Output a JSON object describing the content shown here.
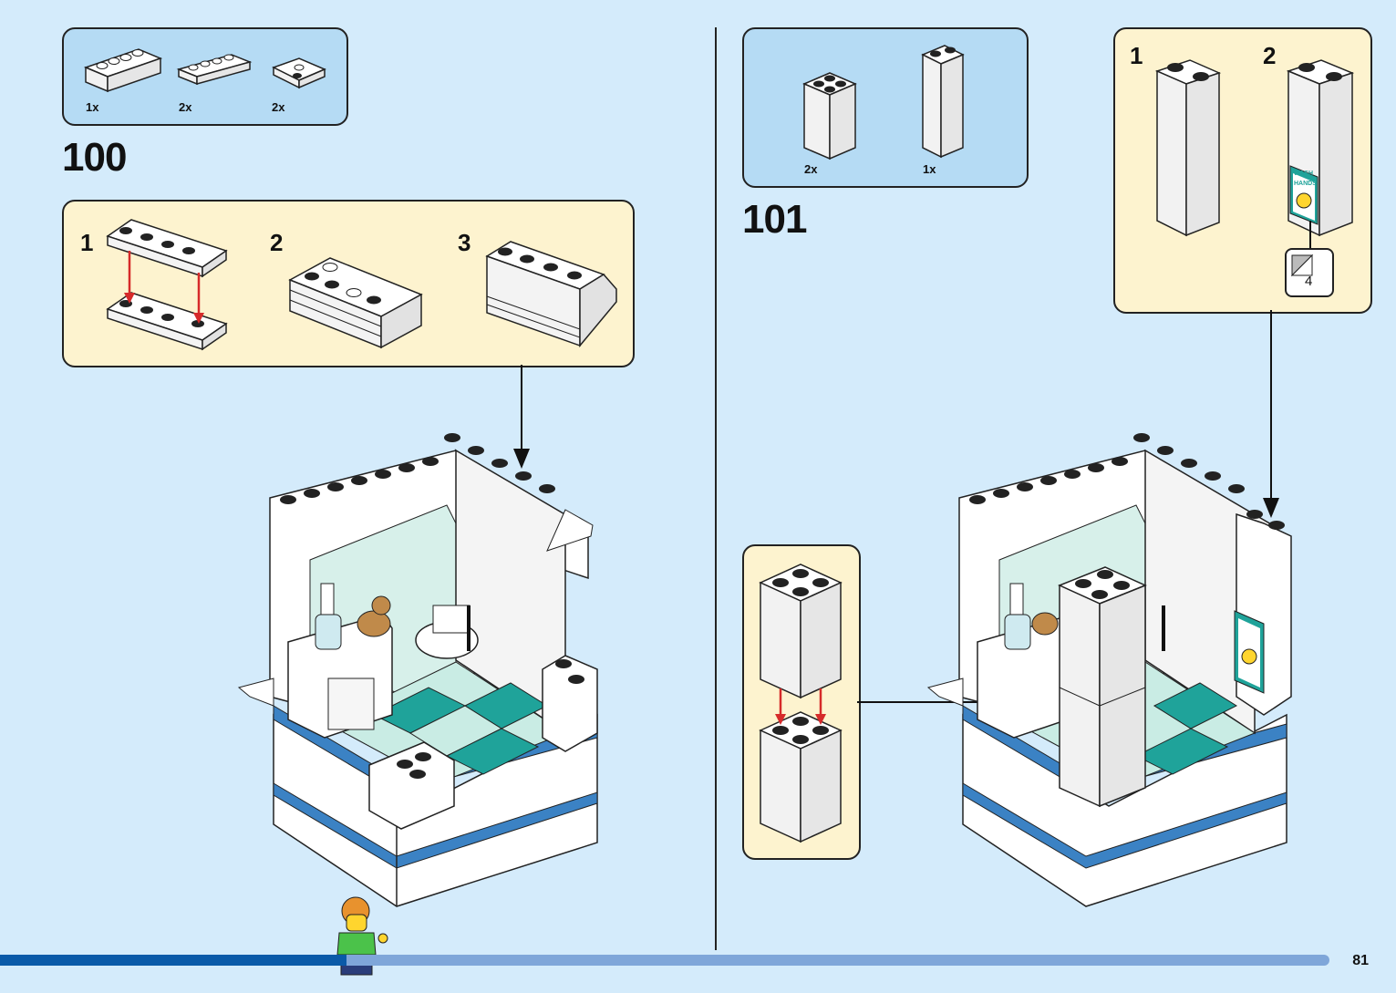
{
  "page": {
    "number": "81"
  },
  "step100": {
    "number": "100",
    "parts": [
      {
        "qty": "1x",
        "name": "white-plate-1x4-icon"
      },
      {
        "qty": "2x",
        "name": "white-plate-1x4-icon"
      },
      {
        "qty": "2x",
        "name": "white-plate-2x2-corner-icon"
      }
    ],
    "substeps": [
      "1",
      "2",
      "3"
    ]
  },
  "step101": {
    "number": "101",
    "parts": [
      {
        "qty": "2x",
        "name": "white-brick-2x2-icon"
      },
      {
        "qty": "1x",
        "name": "white-brick-1x2x5-icon"
      }
    ],
    "substeps": [
      "1",
      "2"
    ],
    "sticker": {
      "number": "4",
      "text_line1": "WASH",
      "text_line2": "HANDS"
    }
  },
  "colors": {
    "background": "#d4ebfb",
    "parts_box": "#b5dbf4",
    "substep_box": "#fdf3cf",
    "tile_teal": "#1fa39a",
    "tile_light": "#c9ece4",
    "arrow_red": "#d62a2a",
    "bar_dark": "#0a5aa8",
    "bar_light": "#7fa6d9"
  }
}
